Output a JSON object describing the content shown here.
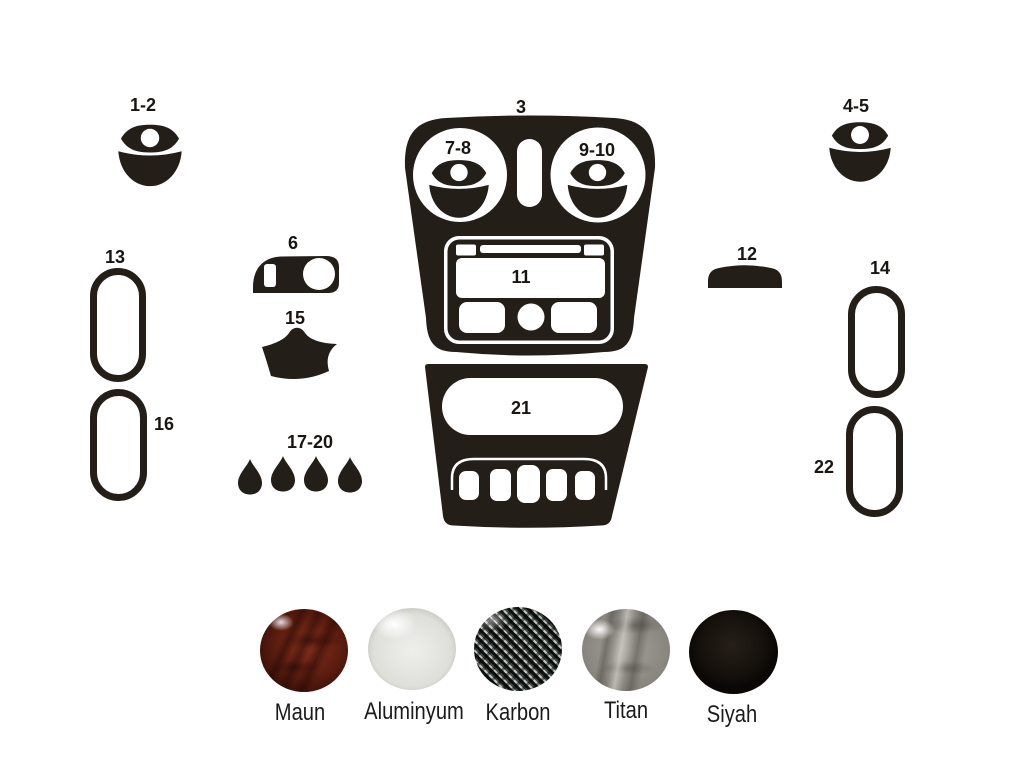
{
  "parts": {
    "p1_2": {
      "label": "1-2"
    },
    "p3": {
      "label": "3"
    },
    "p4_5": {
      "label": "4-5"
    },
    "p6": {
      "label": "6"
    },
    "p7_8": {
      "label": "7-8"
    },
    "p9_10": {
      "label": "9-10"
    },
    "p11": {
      "label": "11"
    },
    "p12": {
      "label": "12"
    },
    "p13": {
      "label": "13"
    },
    "p14": {
      "label": "14"
    },
    "p15": {
      "label": "15"
    },
    "p16": {
      "label": "16"
    },
    "p17_20": {
      "label": "17-20"
    },
    "p21": {
      "label": "21"
    },
    "p22": {
      "label": "22"
    }
  },
  "materials": [
    {
      "name": "Maun",
      "base_color": "#5d1d10"
    },
    {
      "name": "Aluminyum",
      "base_color": "#e9e9e5"
    },
    {
      "name": "Karbon",
      "base_color": "#272c29"
    },
    {
      "name": "Titan",
      "base_color": "#8d8983"
    },
    {
      "name": "Siyah",
      "base_color": "#16110d"
    }
  ],
  "diagram": {
    "shape_color": "#241e19"
  }
}
